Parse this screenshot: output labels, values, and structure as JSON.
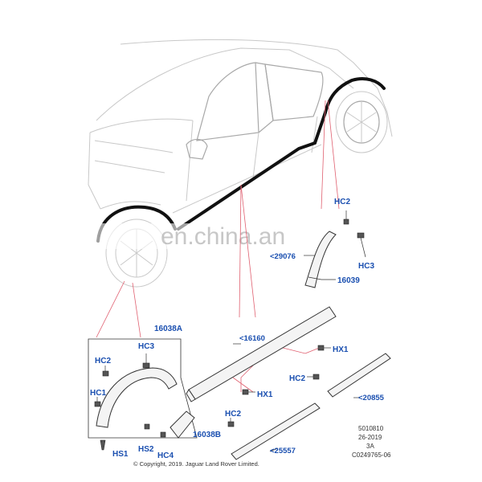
{
  "watermark": "en.china.an",
  "callouts": {
    "hc2_top": "HC2",
    "p29076": "<29076",
    "hc3_right": "HC3",
    "p16039": "16039",
    "p16038A": "16038A",
    "hc3_box": "HC3",
    "hc2_box": "HC2",
    "hc1_box": "HC1",
    "hs1": "HS1",
    "hs2": "HS2",
    "hc4": "HC4",
    "p16038B": "16038B",
    "p16160": "<16160",
    "hx1_top": "HX1",
    "hx1_bottom": "HX1",
    "hc2_mid": "HC2",
    "p20855": "<20855",
    "hc2_bottom": "HC2",
    "p25557": "<25557"
  },
  "reference": {
    "line1": "5010810",
    "line2": "26-2019",
    "line3": "3A",
    "line4": "C0249765-06"
  },
  "copyright": "© Copyright, 2019. Jaguar Land Rover Limited."
}
